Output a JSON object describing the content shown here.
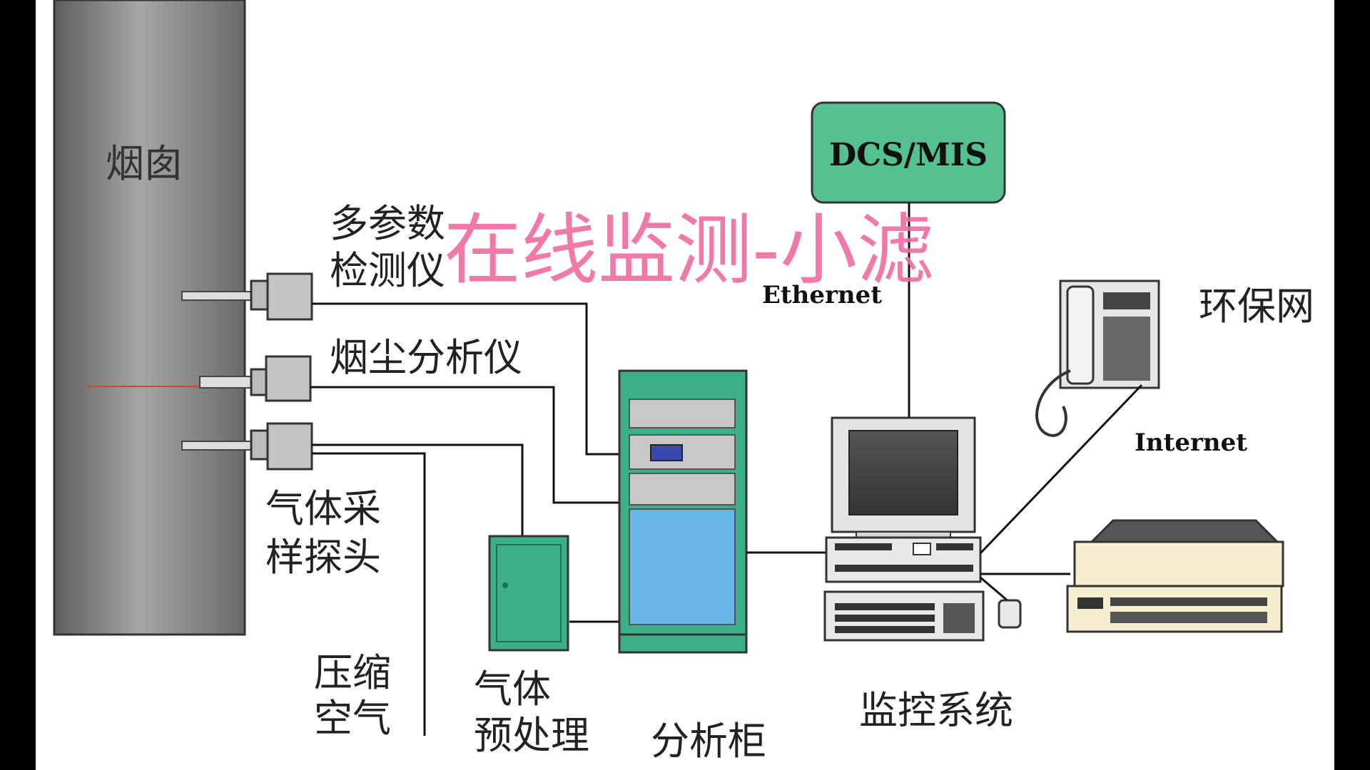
{
  "labels": {
    "chimney": "烟囱",
    "multi_param_1": "多参数",
    "multi_param_2": "检测仪",
    "dust_analyzer": "烟尘分析仪",
    "gas_probe_1": "气体采",
    "gas_probe_2": "样探头",
    "compressed_air_1": "压缩",
    "compressed_air_2": "空气",
    "gas_pretreat_1": "气体",
    "gas_pretreat_2": "预处理",
    "analysis_cabinet": "分析柜",
    "monitoring_system": "监控系统",
    "dcs_mis": "DCS/MIS",
    "ethernet": "Ethernet",
    "env_network": "环保网",
    "internet": "Internet"
  },
  "watermark": "在线监测-小滤",
  "colors": {
    "frame": "#000000",
    "background": "#ffffff",
    "chimney": "#8c8c8c",
    "cabinet_green": "#3daf86",
    "cabinet_blue": "#6bb6e8",
    "panel_gray": "#c8c8c8",
    "dcs_box": "#55c090",
    "watermark": "#f06aa0",
    "laser": "#ff3030",
    "printer": "#f6eed0"
  }
}
